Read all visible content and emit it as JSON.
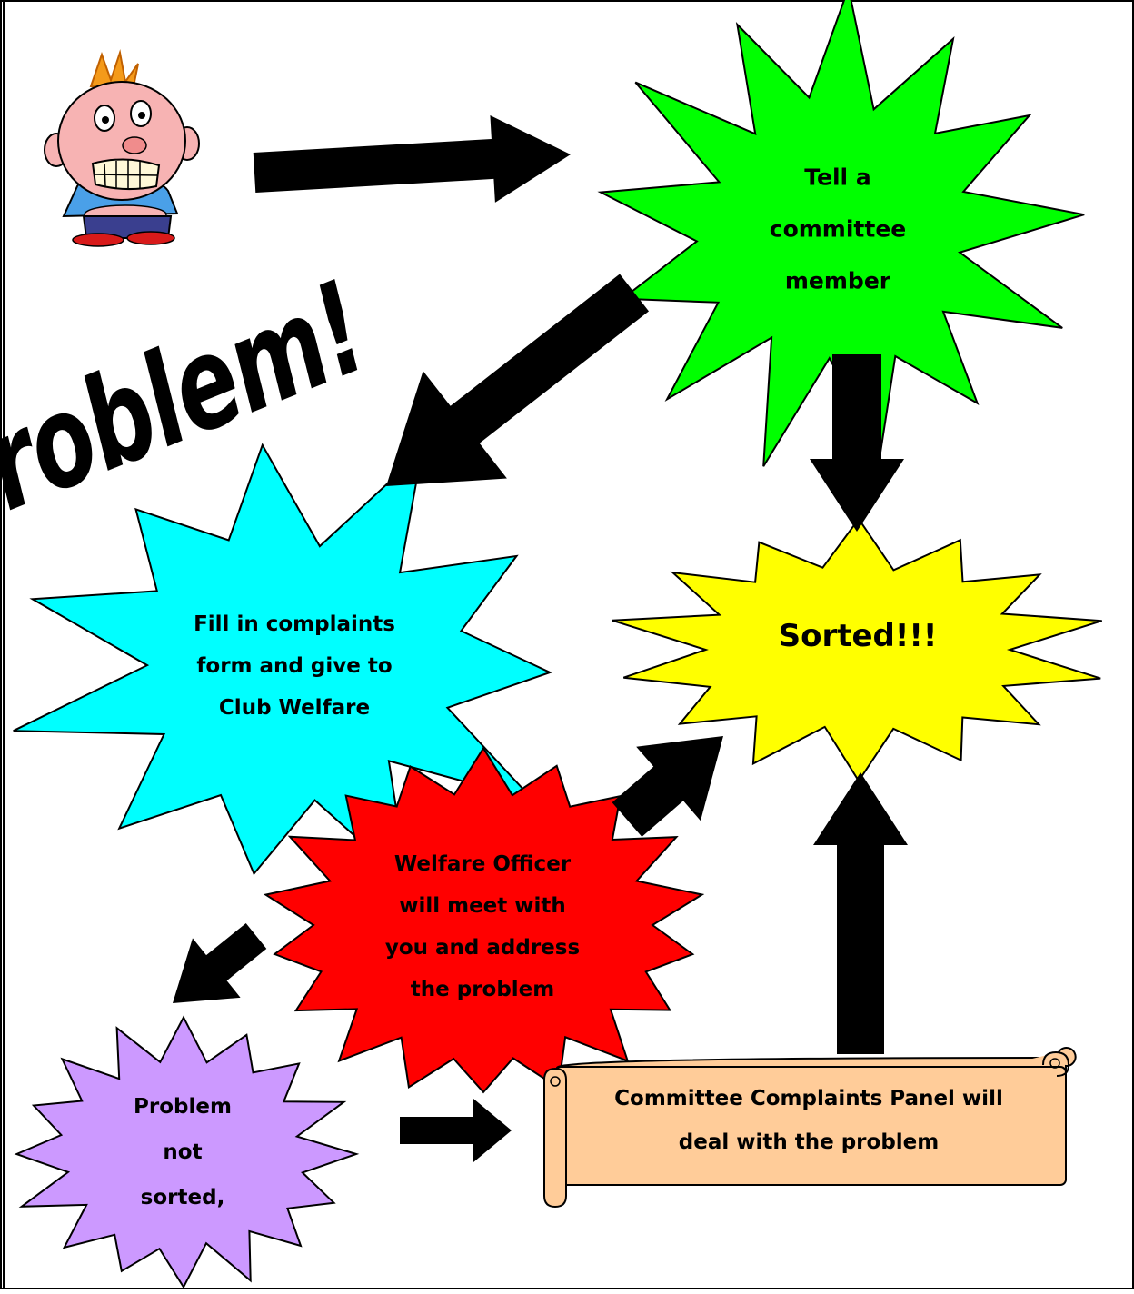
{
  "heading": "Problem!",
  "nodes": {
    "tell_committee": {
      "lines": [
        "Tell a",
        "committee",
        "member"
      ],
      "color": "#00FF00"
    },
    "fill_form": {
      "lines": [
        "Fill in complaints",
        "form and give to",
        "Club Welfare"
      ],
      "color": "#00FFFF"
    },
    "sorted": {
      "lines": [
        "Sorted!!!"
      ],
      "color": "#FFFF00"
    },
    "welfare_officer": {
      "lines": [
        "Welfare Officer",
        "will meet with",
        "you and address",
        "the problem"
      ],
      "color": "#FF0000"
    },
    "not_sorted": {
      "lines": [
        "Problem",
        "not",
        "sorted,"
      ],
      "color": "#CC99FF"
    },
    "panel": {
      "lines": [
        "Committee Complaints Panel will",
        "deal with the problem"
      ],
      "color": "#FFCC99"
    }
  },
  "icons": {
    "cartoon": "worried-boy-icon"
  }
}
